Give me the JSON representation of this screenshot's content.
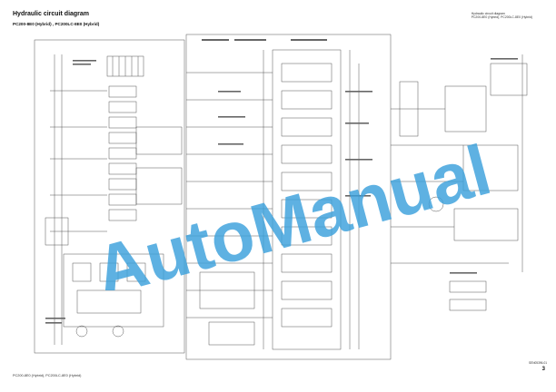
{
  "header": {
    "title": "Hydraulic circuit diagram",
    "subtitle": "PC200-8E0 (Hybrid) , PC200LC-8E0 (Hybrid)",
    "right_line1": "Hydraulic circuit diagram",
    "right_line2": "PC200-8E0 (Hybrid), PC200LC-8E0 (Hybrid)"
  },
  "footer": {
    "models": "PC200-8E0 (Hybrid), PC200LC-8E0 (Hybrid)",
    "code": "SEN05396-01",
    "page_number": "3"
  },
  "watermark": {
    "text": "AutoManual",
    "color": "#3aa0dc"
  }
}
